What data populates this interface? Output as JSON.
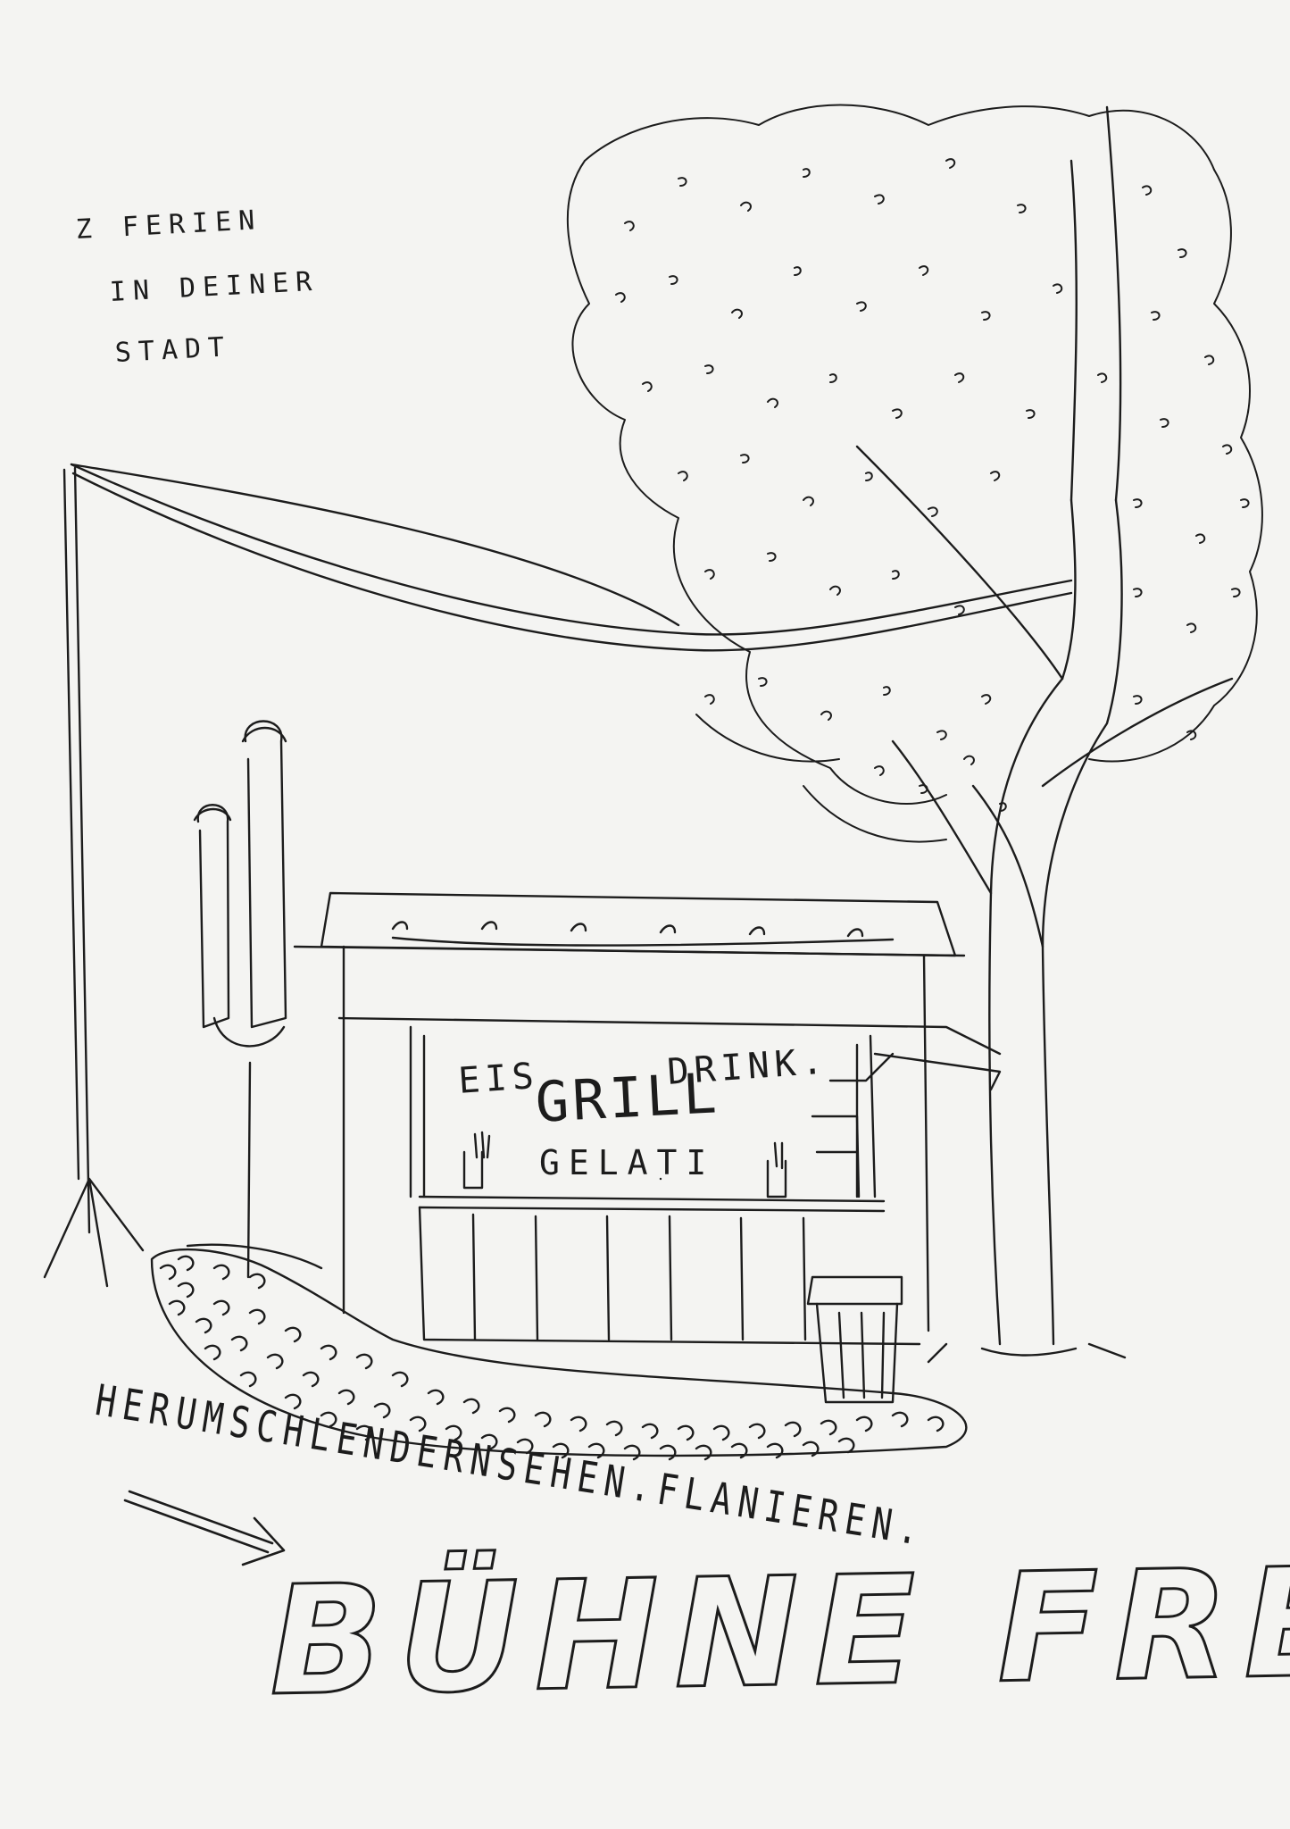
{
  "poster": {
    "corner_text": [
      "Z FERIEN",
      "IN DEINER",
      "STADT"
    ],
    "stand_sign": {
      "eis": "EIS",
      "grill": "GRILL",
      "drink": "DRINK.",
      "gelati": "GELATI"
    },
    "walk_line": "HERUMSCHLENDERNSEHEN.FLANIEREN.",
    "headline": "BÜHNE FREI!"
  },
  "colors": {
    "paper": "#f4f4f2",
    "ink": "#1c1c1c"
  },
  "icons": {
    "arrow": "arrow-right-icon"
  }
}
